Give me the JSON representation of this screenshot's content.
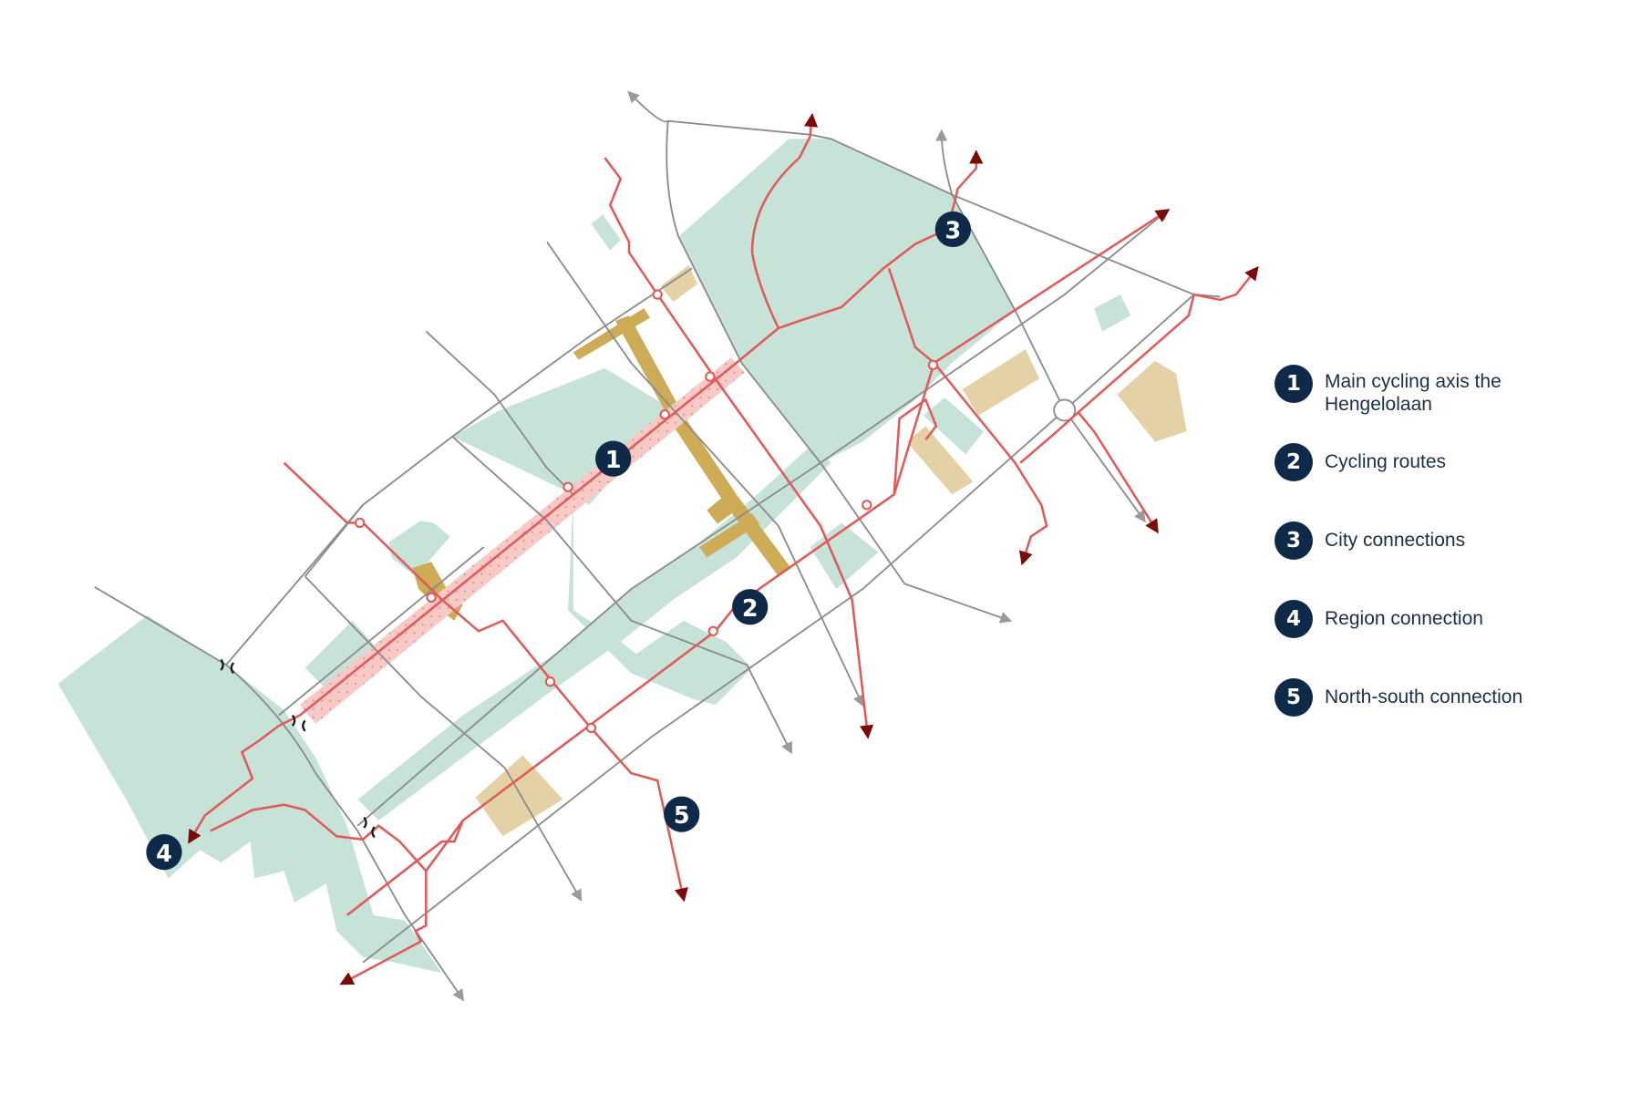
{
  "colors": {
    "green_space": "#c7e3d7",
    "sand_area": "#e5d1a6",
    "gold_area": "#cdab57",
    "road": "#8c8c8c",
    "road_arrow": "#9a9a9a",
    "cycle_route": "#e05a5a",
    "cycle_arrow": "#7d0a0a",
    "main_axis_band": "#f9c9c6",
    "badge": "#0f2a48"
  },
  "map": {
    "markers": [
      {
        "id": 1,
        "label": "1"
      },
      {
        "id": 2,
        "label": "2"
      },
      {
        "id": 3,
        "label": "3"
      },
      {
        "id": 4,
        "label": "4"
      },
      {
        "id": 5,
        "label": "5"
      }
    ]
  },
  "legend": {
    "items": [
      {
        "number": "1",
        "text": "Main cycling axis the Hengelolaan"
      },
      {
        "number": "2",
        "text": "Cycling routes"
      },
      {
        "number": "3",
        "text": "City connections"
      },
      {
        "number": "4",
        "text": "Region connection"
      },
      {
        "number": "5",
        "text": "North-south connection"
      }
    ]
  }
}
